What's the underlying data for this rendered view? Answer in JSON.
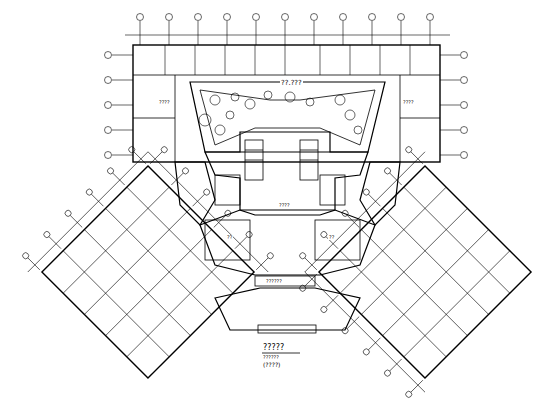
{
  "diagram": {
    "labels": [
      "??.???",
      "????",
      "????",
      "????",
      "??",
      "??",
      "??????",
      "?????",
      "??????",
      "(????)"
    ]
  }
}
